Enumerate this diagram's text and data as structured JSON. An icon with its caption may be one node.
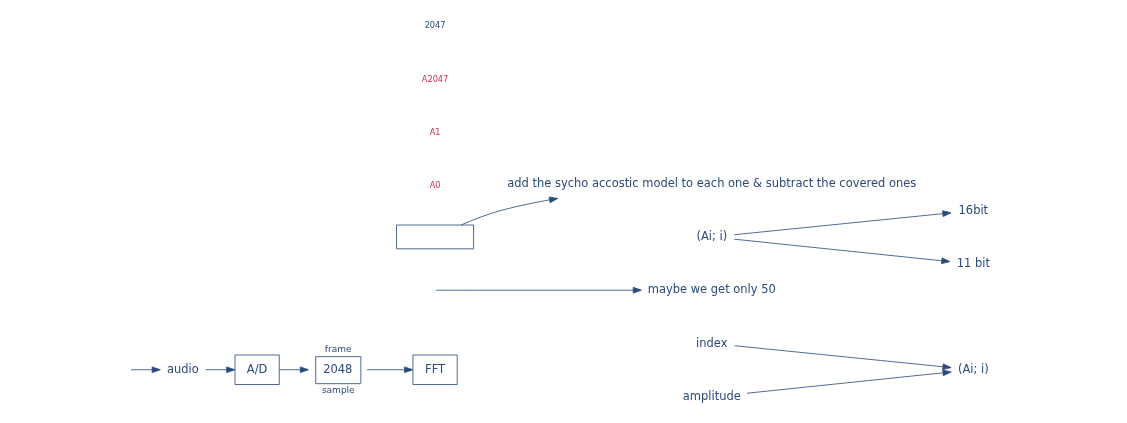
{
  "diagram": {
    "nodes": [
      {
        "text": [
          "audio"
        ]
      },
      {
        "text": [
          "A/D"
        ]
      },
      {
        "text": [
          "2048"
        ],
        "beside": [
          "frame",
          "sample"
        ]
      },
      {
        "text": [
          "FFT"
        ]
      },
      {
        "text": [],
        "shape": "box"
      },
      {
        "text": [
          "add the sycho accostic model to each one & subtract the covered ones"
        ]
      },
      {
        "text": [
          "maybe we get only 50"
        ]
      },
      {
        "text": [
          "(Ai; i)"
        ]
      },
      {
        "text": [
          "index"
        ]
      },
      {
        "text": [
          "amplitude"
        ]
      },
      {
        "text": [
          "(Ai; i)"
        ]
      },
      {
        "text": [
          "16bit"
        ]
      },
      {
        "text": [
          "11 bit"
        ]
      }
    ],
    "edges": [
      {
        "from": null,
        "to": 0,
        "arrow": "to"
      },
      {
        "from": 0,
        "to": 1,
        "arrow": "to"
      },
      {
        "from": 1,
        "to": 2,
        "arrow": "to"
      },
      {
        "from": 2,
        "to": 3,
        "arrow": "to"
      },
      {
        "from": 4,
        "to": 5,
        "arrow": "to"
      },
      {
        "from": null,
        "to": 6,
        "arrow": "to"
      },
      {
        "from": 8,
        "to": 7,
        "arrow": "to"
      },
      {
        "from": 9,
        "to": 7,
        "arrow": "to"
      },
      {
        "from": 10,
        "to": 11,
        "arrow": "to"
      },
      {
        "from": 10,
        "to": 12,
        "arrow": "to"
      }
    ],
    "labels": [
      "A0",
      "A1",
      "A2047",
      "2047"
    ]
  }
}
